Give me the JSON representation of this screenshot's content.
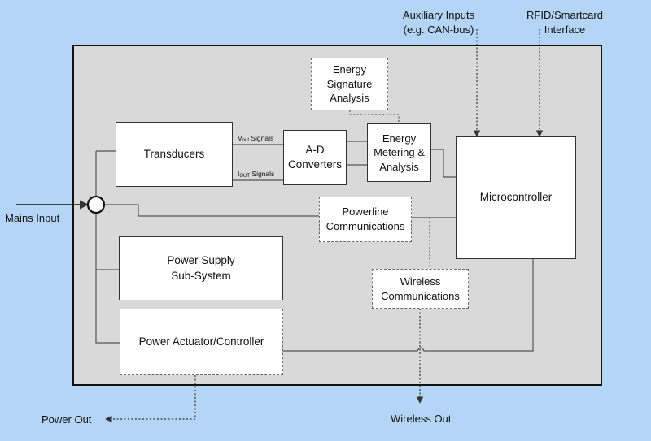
{
  "blocks": {
    "transducers": "Transducers",
    "ad_converters_line1": "A-D",
    "ad_converters_line2": "Converters",
    "energy_metering_line1": "Energy",
    "energy_metering_line2": "Metering &",
    "energy_metering_line3": "Analysis",
    "energy_signature_line1": "Energy",
    "energy_signature_line2": "Signature",
    "energy_signature_line3": "Analysis",
    "microcontroller": "Microcontroller",
    "powerline_line1": "Powerline",
    "powerline_line2": "Communications",
    "power_supply_line1": "Power Supply",
    "power_supply_line2": "Sub-System",
    "wireless_line1": "Wireless",
    "wireless_line2": "Communications",
    "power_actuator": "Power Actuator/Controller"
  },
  "signals": {
    "vout_prefix": "V",
    "vout_sub": "out",
    "vout_suffix": " Signals",
    "iout_prefix": "I",
    "iout_sub": "OUT",
    "iout_suffix": " Signals"
  },
  "external": {
    "aux_line1": "Auxiliary Inputs",
    "aux_line2": "(e.g. CAN-bus)",
    "rfid_line1": "RFID/Smartcard",
    "rfid_line2": "Interface",
    "mains_input": "Mains Input",
    "power_out": "Power Out",
    "wireless_out": "Wireless Out"
  },
  "colors": {
    "background": "#b4d5f5",
    "system_panel": "#d9d9d9",
    "block_fill": "#ffffff"
  }
}
